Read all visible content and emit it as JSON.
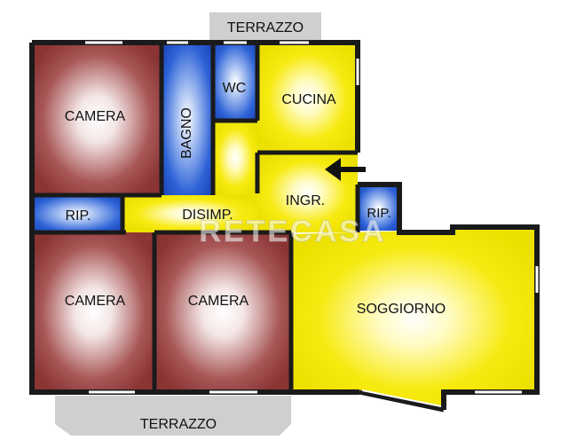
{
  "rooms": {
    "camera_top_left": "CAMERA",
    "bagno": "BAGNO",
    "wc": "WC",
    "cucina": "CUCINA",
    "ingresso": "INGR.",
    "disimpegno": "DISIMP.",
    "ripostiglio_left": "RIP.",
    "ripostiglio_right": "RIP.",
    "camera_bottom_left": "CAMERA",
    "camera_bottom_middle": "CAMERA",
    "soggiorno": "SOGGIORNO"
  },
  "terraces": {
    "top": "TERRAZZO",
    "bottom": "TERRAZZO"
  },
  "watermark": "RETECASA",
  "colors": {
    "bedroom": "#8b3a3a",
    "bath": "#1e50c8",
    "living": "#f2e600",
    "terrace": "#cfcfcf",
    "wall": "#1a1a1a"
  },
  "icons": {
    "entrance": "arrow-left-icon"
  }
}
